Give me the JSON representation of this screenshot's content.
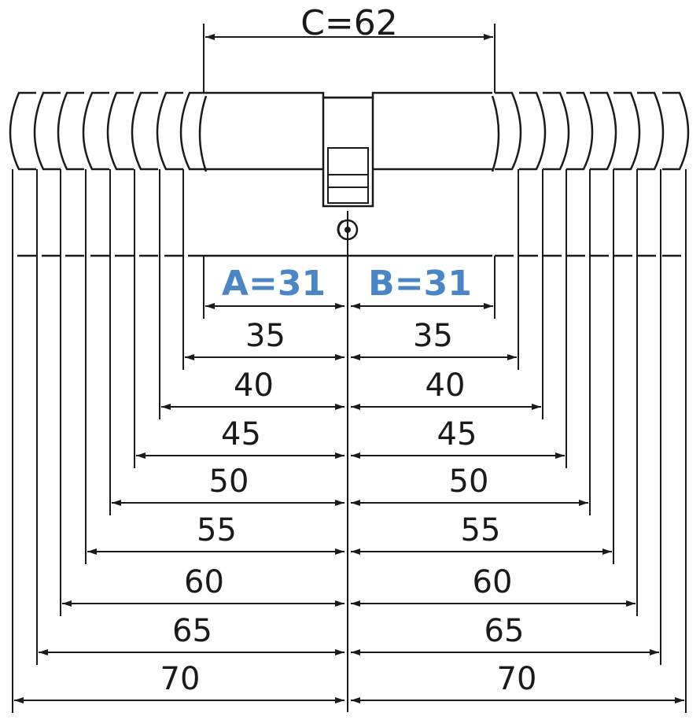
{
  "diagram": {
    "overall_label": "C=62",
    "side_a_label": "A=31",
    "side_b_label": "B=31",
    "highlight_color": "#4a86c5",
    "line_color": "#1a1a1a",
    "left_lengths": [
      "35",
      "40",
      "45",
      "50",
      "55",
      "60",
      "65",
      "70"
    ],
    "right_lengths": [
      "35",
      "40",
      "45",
      "50",
      "55",
      "60",
      "65",
      "70"
    ]
  }
}
